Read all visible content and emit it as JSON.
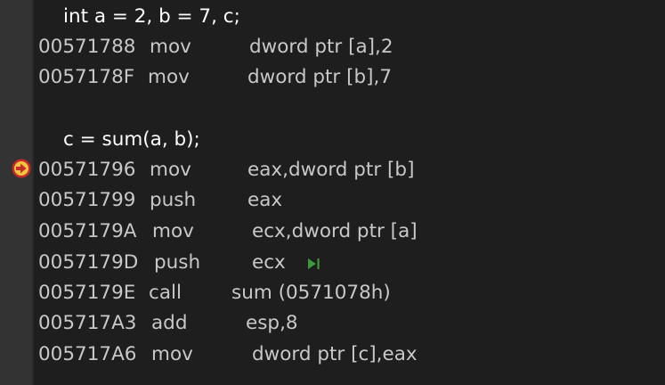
{
  "source_lines": [
    {
      "text": "int a = 2, b = 7, c;"
    },
    {
      "text": "c = sum(a, b);"
    }
  ],
  "asm_lines": [
    {
      "address": "00571788",
      "mnemonic": "mov",
      "operands": "dword ptr [a],2"
    },
    {
      "address": "0057178F",
      "mnemonic": "mov",
      "operands": "dword ptr [b],7"
    },
    {
      "address": "00571796",
      "mnemonic": "mov",
      "operands": "eax,dword ptr [b]"
    },
    {
      "address": "00571799",
      "mnemonic": "push",
      "operands": "eax"
    },
    {
      "address": "0057179A",
      "mnemonic": "mov",
      "operands": "ecx,dword ptr [a]"
    },
    {
      "address": "0057179D",
      "mnemonic": "push",
      "operands": "ecx"
    },
    {
      "address": "0057179E",
      "mnemonic": "call",
      "operands": "sum (0571078h)"
    },
    {
      "address": "005717A3",
      "mnemonic": "add",
      "operands": "esp,8"
    },
    {
      "address": "005717A6",
      "mnemonic": "mov",
      "operands": "dword ptr [c],eax"
    }
  ],
  "icons": {
    "current_instruction": "instruction-pointer-arrow-icon",
    "run_to_click": "run-to-click-icon"
  },
  "colors": {
    "background": "#1e1e1e",
    "gutter": "#333333",
    "source_text": "#ffffff",
    "asm_text": "#c8c8c8",
    "pointer_ring": "#c72a2a",
    "pointer_fill": "#f2c53d",
    "run_icon": "#3c9a3c"
  }
}
